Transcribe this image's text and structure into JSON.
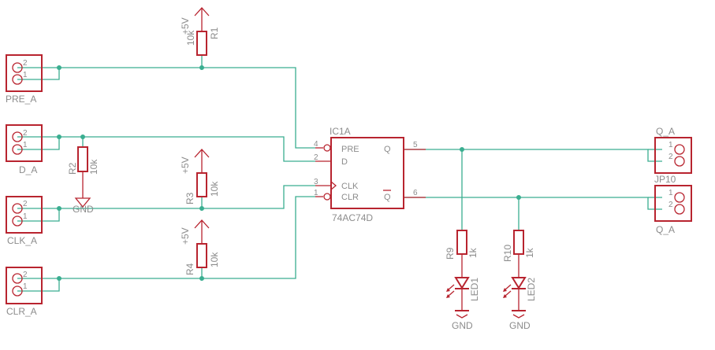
{
  "connectors": {
    "pre_a": {
      "name": "PRE_A",
      "pin2": "2",
      "pin1": "1"
    },
    "d_a": {
      "name": "D_A",
      "pin2": "2",
      "pin1": "1"
    },
    "clk_a": {
      "name": "CLK_A",
      "pin2": "2",
      "pin1": "1"
    },
    "clr_a": {
      "name": "CLR_A",
      "pin2": "2",
      "pin1": "1"
    },
    "q_a": {
      "name": "Q_A",
      "pin1": "1",
      "pin2": "2"
    },
    "jp10": {
      "name": "JP10",
      "sub": "Q_A",
      "pin1": "1",
      "pin2": "2"
    }
  },
  "resistors": {
    "r1": {
      "name": "R1",
      "value": "10k",
      "supply": "+5V"
    },
    "r2": {
      "name": "R2",
      "value": "10k",
      "ground": "GND"
    },
    "r3": {
      "name": "R3",
      "value": "10k",
      "supply": "+5V"
    },
    "r4": {
      "name": "R4",
      "value": "10k",
      "supply": "+5V"
    },
    "r9": {
      "name": "R9",
      "value": "1k"
    },
    "r10": {
      "name": "R10",
      "value": "1k"
    }
  },
  "leds": {
    "led1": {
      "name": "LED1",
      "ground": "GND"
    },
    "led2": {
      "name": "LED2",
      "ground": "GND"
    }
  },
  "ic": {
    "name": "IC1A",
    "part": "74AC74D",
    "pins": {
      "pre": {
        "label": "PRE",
        "num": "4"
      },
      "d": {
        "label": "D",
        "num": "2"
      },
      "clk": {
        "label": "CLK",
        "num": "3"
      },
      "clr": {
        "label": "CLR",
        "num": "1"
      },
      "q": {
        "label": "Q",
        "num": "5"
      },
      "qn": {
        "label": "Q",
        "num": "6"
      }
    }
  },
  "colors": {
    "wire": "#3aae90",
    "part": "#b8242f",
    "label": "#8c8c8c"
  }
}
